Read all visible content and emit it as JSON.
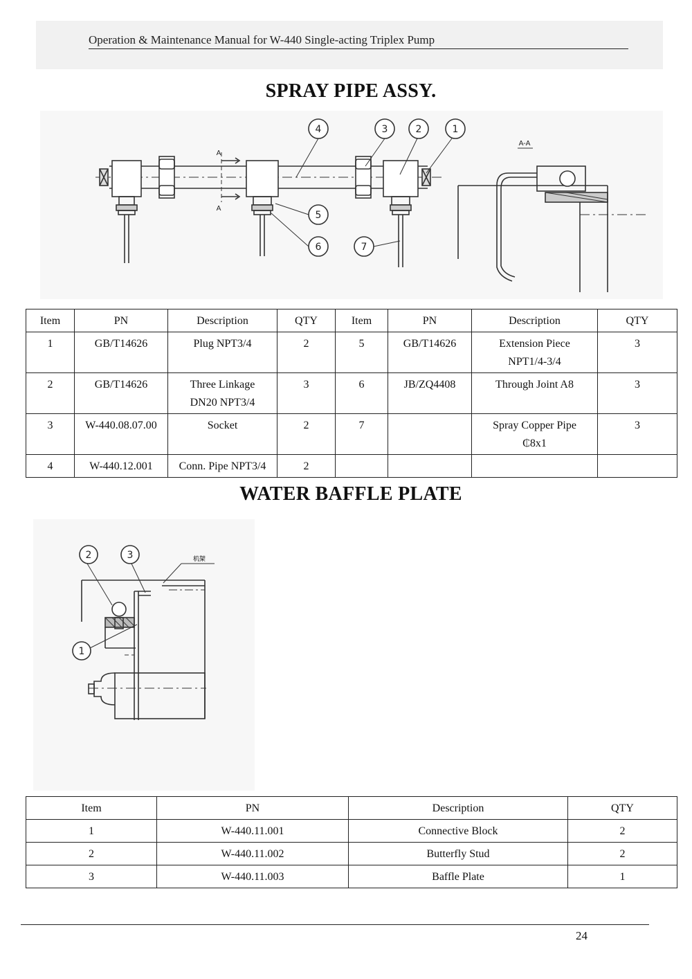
{
  "header": {
    "text": "Operation & Maintenance Manual for W-440 Single-acting Triplex Pump"
  },
  "spray": {
    "title": "SPRAY PIPE ASSY.",
    "callouts": [
      "1",
      "2",
      "3",
      "4",
      "5",
      "6",
      "7"
    ],
    "section_mark": "A",
    "section_label": "A-A",
    "table": {
      "headers": [
        "Item",
        "PN",
        "Description",
        "QTY",
        "Item",
        "PN",
        "Description",
        "QTY"
      ],
      "rows": [
        [
          "1",
          "GB/T14626",
          "Plug NPT3/4",
          "2",
          "5",
          "GB/T14626",
          "Extension Piece NPT1/4-3/4",
          "3"
        ],
        [
          "2",
          "GB/T14626",
          "Three Linkage DN20 NPT3/4",
          "3",
          "6",
          "JB/ZQ4408",
          "Through Joint A8",
          "3"
        ],
        [
          "3",
          "W-440.08.07.00",
          "Socket",
          "2",
          "7",
          "",
          "Spray Copper Pipe ₵8x1",
          "3"
        ],
        [
          "4",
          "W-440.12.001",
          "Conn. Pipe NPT3/4",
          "2",
          "",
          "",
          "",
          ""
        ]
      ]
    }
  },
  "baffle": {
    "title": "WATER BAFFLE PLATE",
    "callouts": [
      "1",
      "2",
      "3"
    ],
    "frame_label": "机架",
    "table": {
      "headers": [
        "Item",
        "PN",
        "Description",
        "QTY"
      ],
      "rows": [
        [
          "1",
          "W-440.11.001",
          "Connective Block",
          "2"
        ],
        [
          "2",
          "W-440.11.002",
          "Butterfly Stud",
          "2"
        ],
        [
          "3",
          "W-440.11.003",
          "Baffle Plate",
          "1"
        ]
      ]
    }
  },
  "footer": {
    "page_number": "24"
  }
}
